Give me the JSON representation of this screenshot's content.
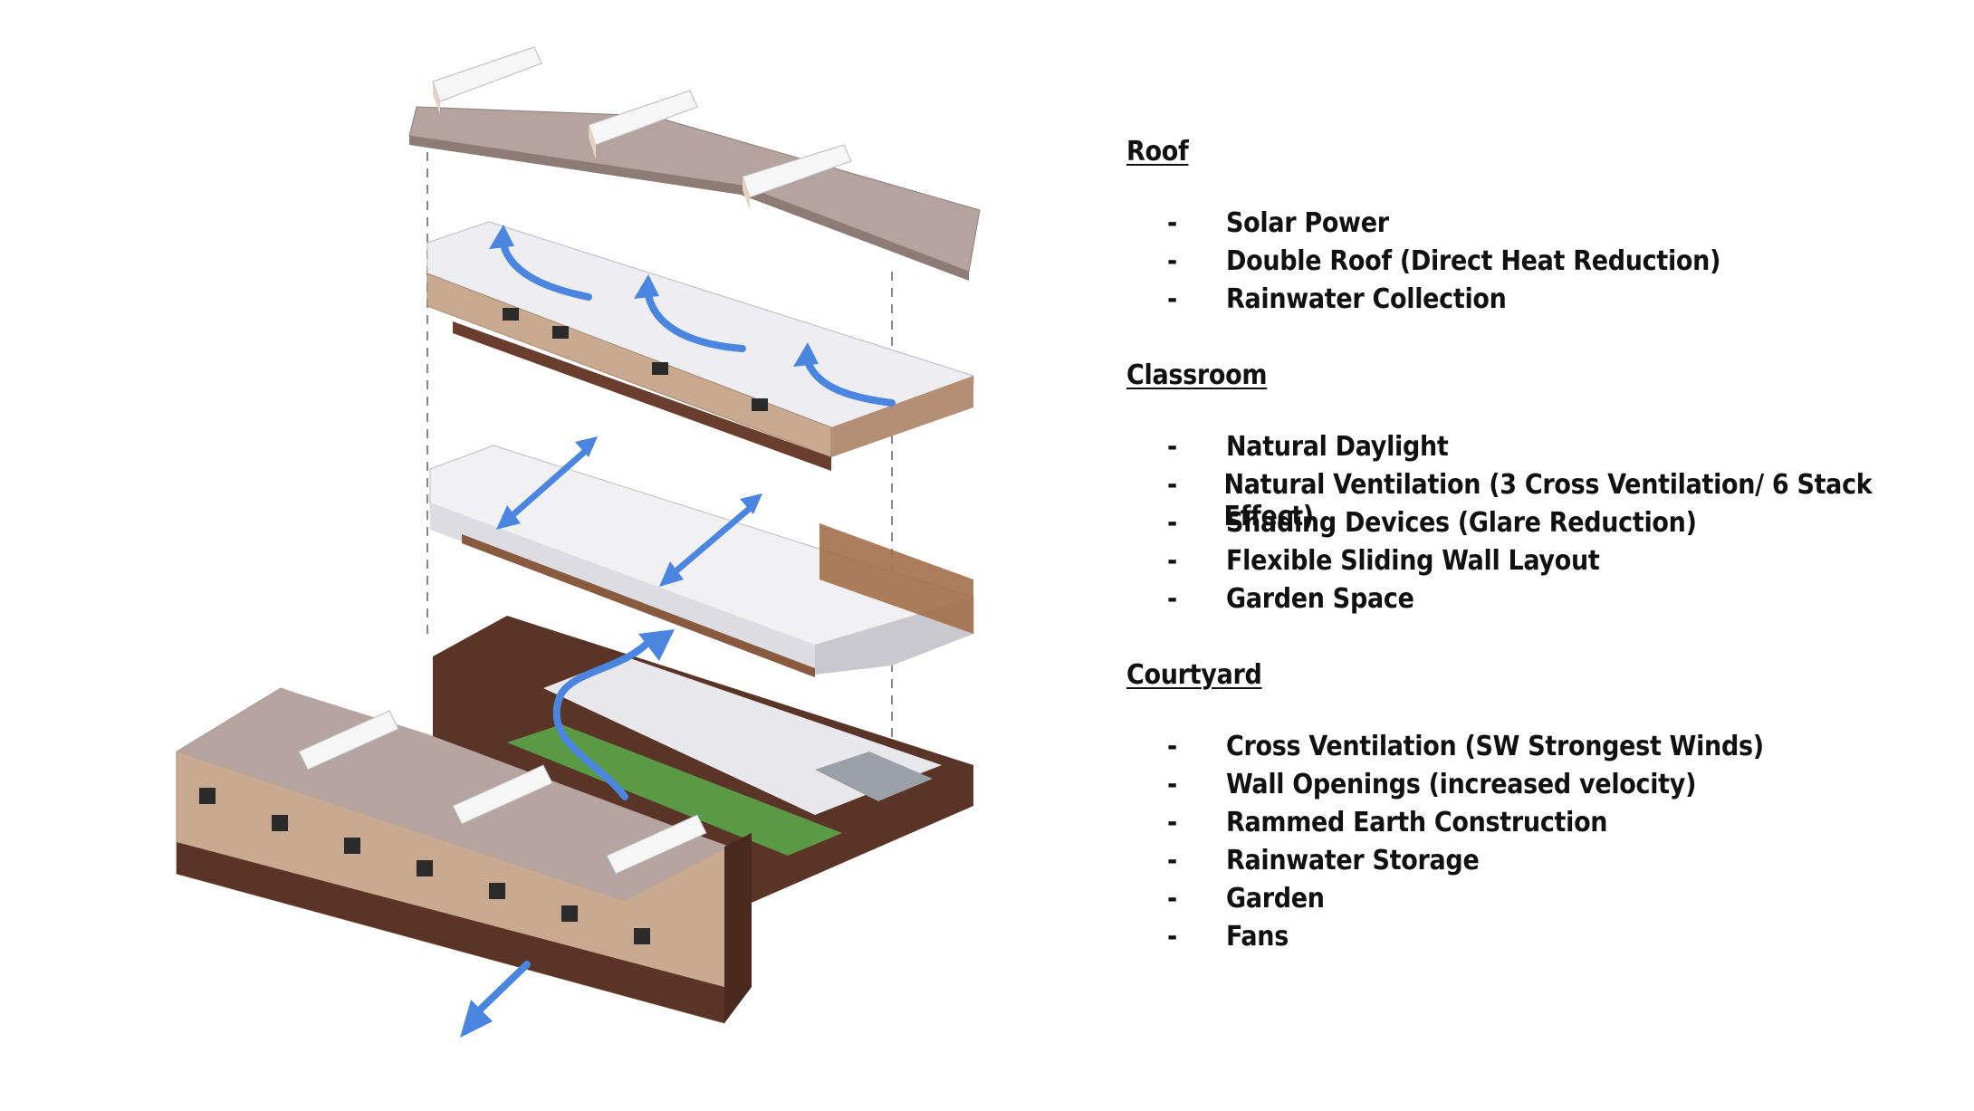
{
  "sections": [
    {
      "heading": "Roof",
      "items": [
        "Solar Power",
        "Double Roof (Direct Heat Reduction)",
        "Rainwater Collection"
      ]
    },
    {
      "heading": "Classroom",
      "items": [
        "Natural Daylight",
        "Natural Ventilation (3 Cross Ventilation/ 6 Stack Effect)",
        "Shading Devices (Glare Reduction)",
        "Flexible Sliding Wall Layout",
        "Garden Space"
      ]
    },
    {
      "heading": "Courtyard",
      "items": [
        "Cross Ventilation (SW Strongest Winds)",
        "Wall Openings (increased velocity)",
        "Rammed Earth Construction",
        "Rainwater Storage",
        "Garden",
        "Fans"
      ]
    }
  ],
  "bullet_marker": "-",
  "colors": {
    "airflow_arrow": "#4a86e0",
    "roof": "#b6a4a0",
    "brick": "#c9a98f",
    "dark_wall": "#5a3426",
    "floor": "#eeeef2",
    "grass": "#5b9a45"
  }
}
